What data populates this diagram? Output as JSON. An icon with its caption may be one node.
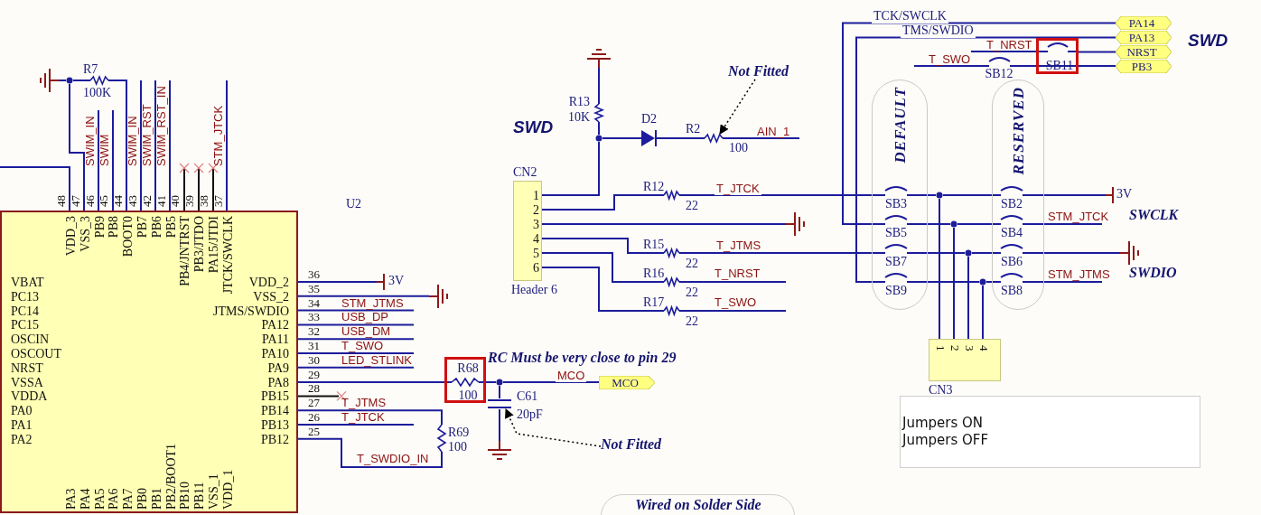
{
  "diagram": {
    "nodes": [
      {
        "text": [
          "VBAT",
          "PC13",
          "PC14",
          "PC15",
          "OSCIN",
          "OSCOUT",
          "NRST",
          "VSSA",
          "VDDA",
          "PA0",
          "PA1",
          "PA2",
          "VDD_3",
          "VSS_3",
          "PB9",
          "PB8",
          "BOOT0",
          "PB7",
          "PB6",
          "PB5",
          "PB4/JNTRST",
          "PB3/JTDO",
          "PA15/JTDI",
          "JTCK/SWCLK",
          "VDD_2",
          "VSS_2",
          "JTMS/SWDIO",
          "PA12",
          "PA11",
          "PA10",
          "PA9",
          "PA8",
          "PB15",
          "PB14",
          "PB13",
          "PB12",
          "PA3",
          "PA4",
          "PA5",
          "PA6",
          "PA7",
          "PB0",
          "PB1",
          "PB2/BOOT1",
          "PB10",
          "PB11",
          "VSS_1",
          "VDD_1"
        ],
        "beside": [
          "U2"
        ]
      },
      {
        "text": [
          "1",
          "2",
          "3",
          "4",
          "5",
          "6"
        ],
        "beside": [
          "CN2",
          "Header 6"
        ]
      },
      {
        "text": [
          "DEFAULT"
        ]
      },
      {
        "text": [
          "RESERVED"
        ]
      },
      {
        "text": [
          "PA14"
        ]
      },
      {
        "text": [
          "PA13"
        ]
      },
      {
        "text": [
          "NRST"
        ]
      },
      {
        "text": [
          "PB3"
        ]
      },
      {
        "text": [
          "SB11"
        ]
      },
      {
        "text": [
          "R68",
          "100"
        ]
      },
      {
        "text": [
          "MCO"
        ]
      },
      {
        "text": [
          "1",
          "2",
          "3",
          "4"
        ],
        "beside": [
          "CN3"
        ]
      },
      {
        "text": [
          "Jumpers ON",
          "Jumpers OFF"
        ]
      },
      {
        "text": [
          "Wired on Solder Side"
        ]
      },
      {
        "text": [
          "Not Fitted"
        ]
      },
      {
        "text": [
          "Not Fitted"
        ]
      },
      {
        "text": [],
        "shape": "ground"
      },
      {
        "text": [],
        "shape": "resistor",
        "beside": [
          "R7",
          "100K"
        ]
      },
      {
        "text": [],
        "shape": "dot"
      },
      {
        "text": [],
        "shape": "ground"
      },
      {
        "text": [],
        "shape": "power",
        "beside": [
          "3V"
        ]
      },
      {
        "text": [],
        "shape": "resistor",
        "beside": [
          "R69",
          "100"
        ]
      },
      {
        "text": [],
        "shape": "dot"
      },
      {
        "text": [],
        "shape": "capacitor",
        "beside": [
          "C61",
          "20pF"
        ]
      },
      {
        "text": [],
        "shape": "ground"
      },
      {
        "text": [],
        "shape": "ground"
      },
      {
        "text": [],
        "shape": "resistor",
        "beside": [
          "R13",
          "10K"
        ]
      },
      {
        "text": [],
        "shape": "dot"
      },
      {
        "text": [],
        "shape": "diode",
        "beside": [
          "D2"
        ]
      },
      {
        "text": [],
        "shape": "resistor",
        "beside": [
          "R2",
          "100"
        ]
      },
      {
        "text": [],
        "shape": "resistor",
        "beside": [
          "R12",
          "22"
        ]
      },
      {
        "text": [],
        "shape": "ground"
      },
      {
        "text": [],
        "shape": "resistor",
        "beside": [
          "R15",
          "22"
        ]
      },
      {
        "text": [],
        "shape": "resistor",
        "beside": [
          "R16",
          "22"
        ]
      },
      {
        "text": [],
        "shape": "resistor",
        "beside": [
          "R17",
          "22"
        ]
      },
      {
        "text": [],
        "shape": "power",
        "beside": [
          "3V"
        ]
      },
      {
        "text": [],
        "shape": "ground"
      },
      {
        "text": [],
        "shape": "dot"
      },
      {
        "text": [],
        "shape": "dot"
      },
      {
        "text": [],
        "shape": "dot"
      },
      {
        "text": [],
        "shape": "dot"
      }
    ],
    "edges": [
      {
        "from": 0,
        "to": 9,
        "arrow": "none"
      },
      {
        "from": 9,
        "to": 22,
        "arrow": "none"
      },
      {
        "from": 22,
        "to": 10,
        "arrow": "none",
        "label": "MCO"
      },
      {
        "from": 22,
        "to": 23,
        "arrow": "none"
      },
      {
        "from": 23,
        "to": 24,
        "arrow": "none"
      },
      {
        "from": 0,
        "to": 21,
        "arrow": "none"
      },
      {
        "from": 21,
        "to": 0,
        "arrow": "none"
      },
      {
        "from": 18,
        "to": 0,
        "arrow": "none"
      },
      {
        "from": 16,
        "to": 18,
        "arrow": "none"
      },
      {
        "from": 18,
        "to": 17,
        "arrow": "none"
      },
      {
        "from": 17,
        "to": 0,
        "arrow": "none"
      },
      {
        "from": 0,
        "to": 20,
        "arrow": "none"
      },
      {
        "from": 0,
        "to": 19,
        "arrow": "none"
      },
      {
        "from": 1,
        "to": 27,
        "arrow": "none"
      },
      {
        "from": 27,
        "to": 26,
        "arrow": "none"
      },
      {
        "from": 26,
        "to": 25,
        "arrow": "none"
      },
      {
        "from": 27,
        "to": 28,
        "arrow": "none"
      },
      {
        "from": 28,
        "to": 29,
        "arrow": "none"
      },
      {
        "from": 1,
        "to": 30,
        "arrow": "none"
      },
      {
        "from": 30,
        "to": 2,
        "arrow": "none",
        "label": "T_JTCK"
      },
      {
        "from": 1,
        "to": 31,
        "arrow": "none"
      },
      {
        "from": 1,
        "to": 32,
        "arrow": "none"
      },
      {
        "from": 32,
        "to": 2,
        "arrow": "none",
        "label": "T_JTMS"
      },
      {
        "from": 1,
        "to": 33,
        "arrow": "none"
      },
      {
        "from": 1,
        "to": 34,
        "arrow": "none"
      },
      {
        "from": 4,
        "to": 2,
        "arrow": "none",
        "label": "TCK/SWCLK"
      },
      {
        "from": 5,
        "to": 2,
        "arrow": "none",
        "label": "TMS/SWDIO"
      },
      {
        "from": 6,
        "to": 8,
        "arrow": "none"
      },
      {
        "from": 2,
        "to": 37,
        "arrow": "none"
      },
      {
        "from": 37,
        "to": 3,
        "arrow": "none"
      },
      {
        "from": 37,
        "to": 11,
        "arrow": "none"
      },
      {
        "from": 2,
        "to": 38,
        "arrow": "none"
      },
      {
        "from": 38,
        "to": 3,
        "arrow": "none"
      },
      {
        "from": 38,
        "to": 11,
        "arrow": "none"
      },
      {
        "from": 2,
        "to": 39,
        "arrow": "none"
      },
      {
        "from": 39,
        "to": 3,
        "arrow": "none"
      },
      {
        "from": 39,
        "to": 11,
        "arrow": "none"
      },
      {
        "from": 2,
        "to": 40,
        "arrow": "none"
      },
      {
        "from": 40,
        "to": 3,
        "arrow": "none"
      },
      {
        "from": 40,
        "to": 11,
        "arrow": "none"
      },
      {
        "from": 3,
        "to": 35,
        "arrow": "none"
      },
      {
        "from": 3,
        "to": 36,
        "arrow": "none"
      },
      {
        "from": 14,
        "to": 29,
        "arrow": "to",
        "style": "dashed",
        "color": "#000000"
      },
      {
        "from": 15,
        "to": 23,
        "arrow": "to",
        "style": "dashed",
        "color": "#000000"
      }
    ],
    "labels": [
      "48",
      "47",
      "46",
      "45",
      "44",
      "43",
      "42",
      "41",
      "40",
      "39",
      "38",
      "37",
      "36",
      "35",
      "34",
      "33",
      "32",
      "31",
      "30",
      "29",
      "28",
      "27",
      "26",
      "25",
      "SWIM_IN",
      "SWIM",
      "SWIM_IN",
      "SWIM_RST",
      "SWIM_RST_IN",
      "STM_JTCK",
      "STM_JTMS",
      "USB_DP",
      "USB_DM",
      "T_SWO",
      "LED_STLINK",
      "T_JTMS",
      "T_JTCK",
      "T_SWDIO_IN",
      "RC Must be very close to pin 29",
      "SWD",
      "AIN_1",
      "T_NRST",
      "T_SWO",
      "T_NRST",
      "T_SWO",
      "SB12",
      "SWD",
      "SB3",
      "SB2",
      "SB5",
      "SB4",
      "STM_JTCK",
      "SWCLK",
      "SB7",
      "SB6",
      "SB9",
      "SB8",
      "STM_JTMS",
      "SWDIO"
    ]
  }
}
